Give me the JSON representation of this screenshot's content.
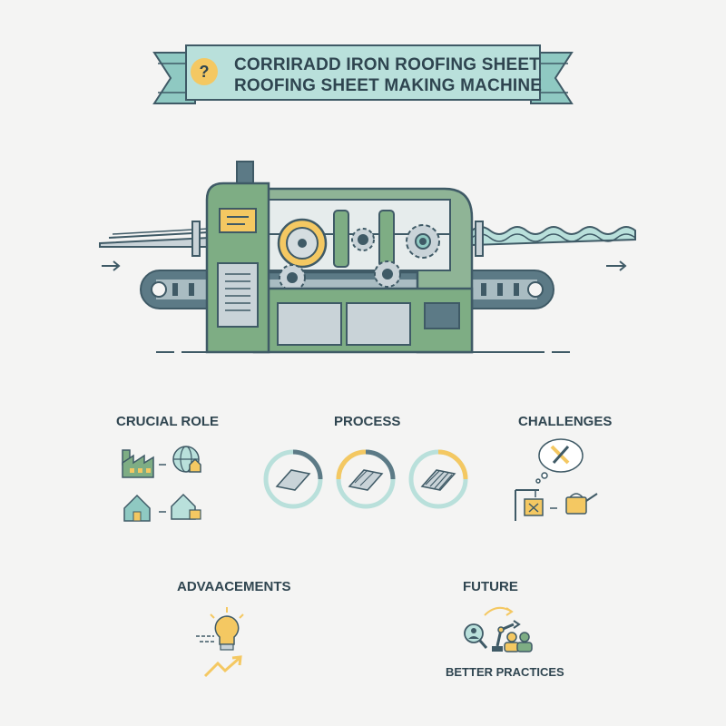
{
  "banner": {
    "line1": "CORRIRADD IRON ROOFING SHEET",
    "line2": "ROOFING SHEET MAKING MACHINE",
    "badge": "?"
  },
  "sections": {
    "crucial_role": "CRUCIAL ROLE",
    "process": "PROCESS",
    "challenges": "CHALLENGES",
    "advancements": "ADVAACEMENTS",
    "future": "FUTURE",
    "better_practices": "BETTER PRACTICES"
  },
  "colors": {
    "teal": "#8fc9c2",
    "green": "#7ead84",
    "dark": "#3f5a66",
    "yellow": "#f4c862",
    "gray": "#c9d3d8"
  }
}
